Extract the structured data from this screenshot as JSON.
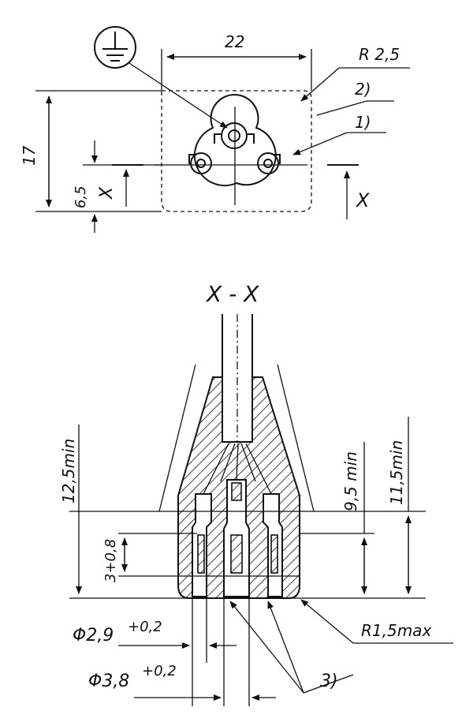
{
  "top_view": {
    "ground_symbol": "ground-icon",
    "dim_width": "22",
    "dim_height": "17",
    "dim_offset": "6,5",
    "radius_label": "R 2,5",
    "callout_1": "1)",
    "callout_2": "2)",
    "section_mark_left": "X",
    "section_mark_right": "X"
  },
  "section_view": {
    "title": "X - X",
    "dim_left_overall": "12,5min",
    "dim_left_hole_depth": "3+0,8",
    "dim_right_inner": "9,5 min",
    "dim_right_outer": "11,5min",
    "dim_small_dia": "Φ2,9",
    "dim_small_dia_tol": "+0,2",
    "dim_large_dia": "Φ3,8",
    "dim_large_dia_tol": "+0,2",
    "radius_label": "R1,5max",
    "callout_3": "3)"
  }
}
